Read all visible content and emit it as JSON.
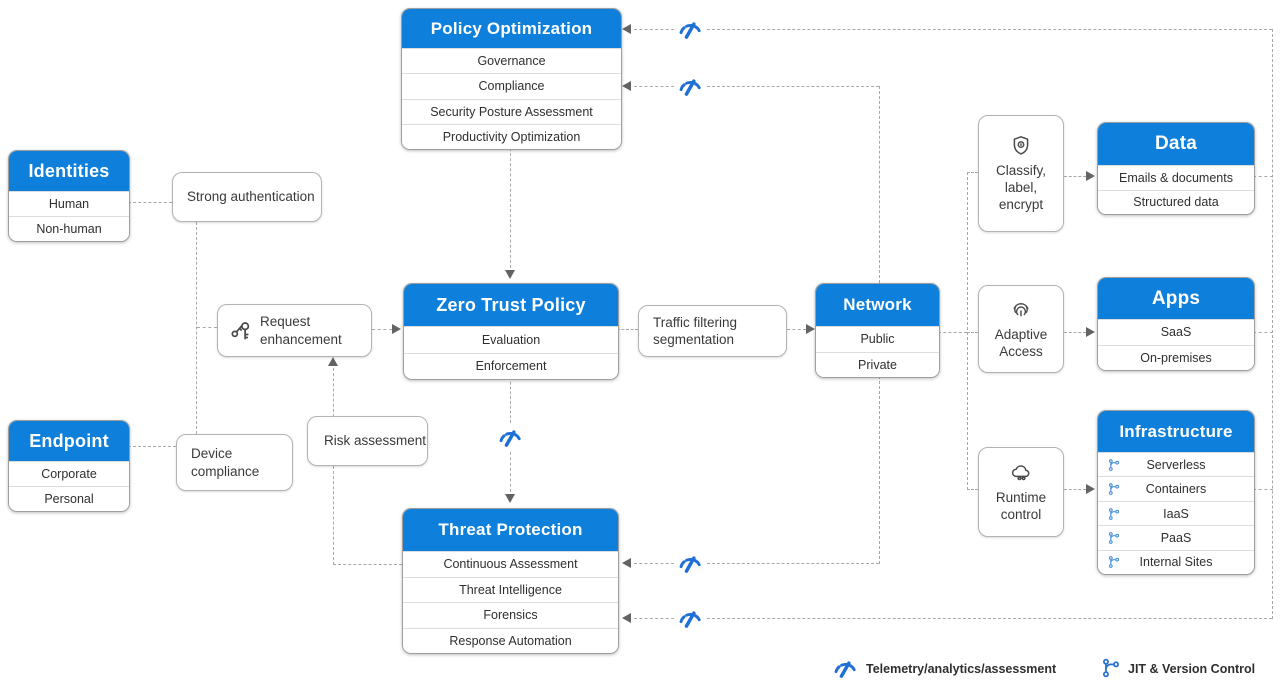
{
  "colors": {
    "header_blue": "#0e7fdb",
    "telemetry_blue": "#1e6fd6",
    "branch_blue": "#4a90d9",
    "line_gray": "#a8a8a8",
    "arrow_gray": "#636363",
    "gray_icon": "#4a4a4a"
  },
  "nodes": {
    "policy_optimization": {
      "title": "Policy Optimization",
      "rows": [
        "Governance",
        "Compliance",
        "Security Posture Assessment",
        "Productivity Optimization"
      ]
    },
    "identities": {
      "title": "Identities",
      "rows": [
        "Human",
        "Non-human"
      ]
    },
    "endpoint": {
      "title": "Endpoint",
      "rows": [
        "Corporate",
        "Personal"
      ]
    },
    "zero_trust_policy": {
      "title": "Zero Trust Policy",
      "rows": [
        "Evaluation",
        "Enforcement"
      ]
    },
    "network": {
      "title": "Network",
      "rows": [
        "Public",
        "Private"
      ]
    },
    "threat_protection": {
      "title": "Threat Protection",
      "rows": [
        "Continuous Assessment",
        "Threat Intelligence",
        "Forensics",
        "Response Automation"
      ]
    },
    "data": {
      "title": "Data",
      "rows": [
        "Emails & documents",
        "Structured data"
      ]
    },
    "apps": {
      "title": "Apps",
      "rows": [
        "SaaS",
        "On-premises"
      ]
    },
    "infrastructure": {
      "title": "Infrastructure",
      "rows": [
        "Serverless",
        "Containers",
        "IaaS",
        "PaaS",
        "Internal Sites"
      ]
    }
  },
  "callouts": {
    "strong_authentication": "Strong authentication",
    "device_compliance": "Device compliance",
    "request_enhancement": "Request enhancement",
    "risk_assessment": "Risk assessment",
    "traffic_filtering": "Traffic filtering segmentation",
    "classify_label_encrypt": "Classify, label, encrypt",
    "adaptive_access": "Adaptive Access",
    "runtime_control": "Runtime control"
  },
  "legend": {
    "telemetry_label": "Telemetry/analytics/assessment",
    "jit_label": "JIT & Version Control"
  }
}
